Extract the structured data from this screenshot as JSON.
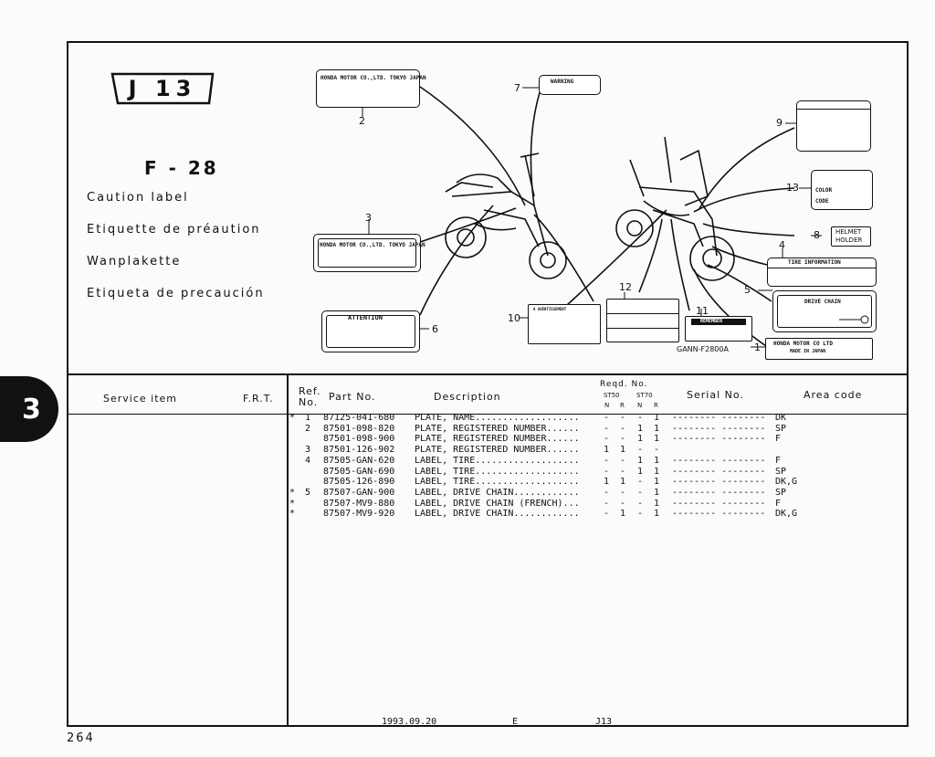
{
  "section_tab": "3",
  "figure": {
    "group_code": "J 13",
    "number": "F - 28",
    "captions": [
      "Caution label",
      "Etiquette de préaution",
      "Wanplakette",
      "Etiqueta de precaución"
    ],
    "diagram_code": "GANN-F2800A"
  },
  "labels": {
    "name_plate_text": "HONDA MOTOR CO.,LTD. TOKYO JAPAN",
    "warning": "WARNING",
    "attention": "ATTENTION",
    "avertissement": "A AVERTISSEMENT",
    "remember": "REMEMBER",
    "tire_information": "TIRE INFORMATION",
    "drive_chain": "DRIVE CHAIN",
    "color": "COLOR",
    "code": "CODE",
    "helmet_holder_1": "HELMET",
    "helmet_holder_2": "HOLDER",
    "made_in_1": "HONDA MOTOR CO LTD",
    "made_in_2": "MADE IN JAPAN"
  },
  "callouts": {
    "c1": "1",
    "c2": "2",
    "c3": "3",
    "c4": "4",
    "c5": "5",
    "c6": "6",
    "c7": "7",
    "c8": "8",
    "c9": "9",
    "c10": "10",
    "c11": "11",
    "c12": "12",
    "c13": "13"
  },
  "table": {
    "service_item": "Service   item",
    "frt": "F.R.T.",
    "ref_no_1": "Ref.",
    "ref_no_2": "No.",
    "part_no": "Part No.",
    "description": "Description",
    "reqd_no": "Reqd. No.",
    "model_1": "ST50",
    "model_2": "ST70",
    "n1": "N",
    "r1": "R",
    "n2": "N",
    "r2": "R",
    "serial_no": "Serial No.",
    "area_code": "Area  code",
    "rows": [
      {
        "star": "*",
        "ref": "1",
        "part": "87125-041-680",
        "desc": "PLATE, NAME...................",
        "q1": "-",
        "q2": "-",
        "q3": "-",
        "q4": "1",
        "serial": "-------- --------",
        "area": "DK"
      },
      {
        "star": "",
        "ref": "2",
        "part": "87501-098-820",
        "desc": "PLATE, REGISTERED NUMBER......",
        "q1": "-",
        "q2": "-",
        "q3": "1",
        "q4": "1",
        "serial": "-------- --------",
        "area": "SP"
      },
      {
        "star": "",
        "ref": "",
        "part": "87501-098-900",
        "desc": "PLATE, REGISTERED NUMBER......",
        "q1": "-",
        "q2": "-",
        "q3": "1",
        "q4": "1",
        "serial": "-------- --------",
        "area": "F"
      },
      {
        "star": "",
        "ref": "3",
        "part": "87501-126-902",
        "desc": "PLATE, REGISTERED NUMBER......",
        "q1": "1",
        "q2": "1",
        "q3": "-",
        "q4": "-",
        "serial": "",
        "area": ""
      },
      {
        "star": "",
        "ref": "4",
        "part": "87505-GAN-620",
        "desc": "LABEL, TIRE...................",
        "q1": "-",
        "q2": "-",
        "q3": "1",
        "q4": "1",
        "serial": "-------- --------",
        "area": "F"
      },
      {
        "star": "",
        "ref": "",
        "part": "87505-GAN-690",
        "desc": "LABEL, TIRE...................",
        "q1": "-",
        "q2": "-",
        "q3": "1",
        "q4": "1",
        "serial": "-------- --------",
        "area": "SP"
      },
      {
        "star": "",
        "ref": "",
        "part": "87505-126-890",
        "desc": "LABEL, TIRE...................",
        "q1": "1",
        "q2": "1",
        "q3": "-",
        "q4": "1",
        "serial": "-------- --------",
        "area": "DK,G"
      },
      {
        "star": "*",
        "ref": "5",
        "part": "87507-GAN-900",
        "desc": "LABEL, DRIVE CHAIN............",
        "q1": "-",
        "q2": "-",
        "q3": "-",
        "q4": "1",
        "serial": "-------- --------",
        "area": "SP"
      },
      {
        "star": "*",
        "ref": "",
        "part": "87507-MV9-880",
        "desc": "LABEL, DRIVE CHAIN (FRENCH)...",
        "q1": "-",
        "q2": "-",
        "q3": "-",
        "q4": "1",
        "serial": "-------- --------",
        "area": "F"
      },
      {
        "star": "*",
        "ref": "",
        "part": "87507-MV9-920",
        "desc": "LABEL, DRIVE CHAIN............",
        "q1": "-",
        "q2": "1",
        "q3": "-",
        "q4": "1",
        "serial": "-------- --------",
        "area": "DK,G"
      }
    ]
  },
  "footer": {
    "date": "1993.09.20",
    "edition": "E",
    "group": "J13"
  },
  "page_number": "264"
}
